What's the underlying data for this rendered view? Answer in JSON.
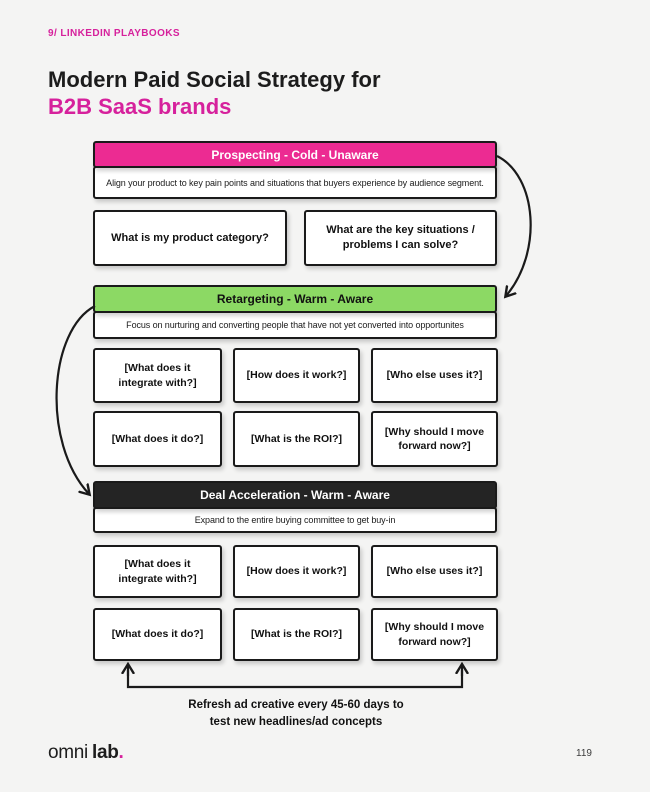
{
  "header": {
    "eyebrow": "9/ LINKEDIN PLAYBOOKS",
    "title_line1": "Modern Paid Social Strategy for",
    "title_line2": "B2B SaaS brands"
  },
  "colors": {
    "bg": "#f4f4f3",
    "magenta": "#d6219c",
    "pink-header": "#ec2b92",
    "green-header": "#8cd964",
    "dark-header": "#242424",
    "ink": "#1a1a1a"
  },
  "sections": [
    {
      "name": "Prospecting",
      "header": "Prospecting - Cold - Unaware",
      "description": "Align your product to key pain points and situations that buyers experience by audience segment.",
      "boxes": [
        "What is my product category?",
        "What are the key situations / problems I can solve?"
      ]
    },
    {
      "name": "Retargeting",
      "header": "Retargeting - Warm - Aware",
      "description": "Focus on nurturing and converting people that have not yet converted into opportunites",
      "boxes": [
        "[What does it integrate with?]",
        "[How does it work?]",
        "[Who else uses it?]",
        "[What does it do?]",
        "[What is the ROI?]",
        "[Why should I move forward now?]"
      ]
    },
    {
      "name": "Deal Acceleration",
      "header": "Deal Acceleration - Warm - Aware",
      "description": "Expand to the entire buying committee to get buy-in",
      "boxes": [
        "[What does it integrate with?]",
        "[How does it work?]",
        "[Who else uses it?]",
        "[What does it do?]",
        "[What is the ROI?]",
        "[Why should I move forward now?]"
      ]
    }
  ],
  "footer": {
    "note": "Refresh ad creative every 45-60 days to test new headlines/ad concepts",
    "logo_part1": "omni",
    "logo_part2": "lab",
    "logo_dot": ".",
    "page_number": "119"
  }
}
